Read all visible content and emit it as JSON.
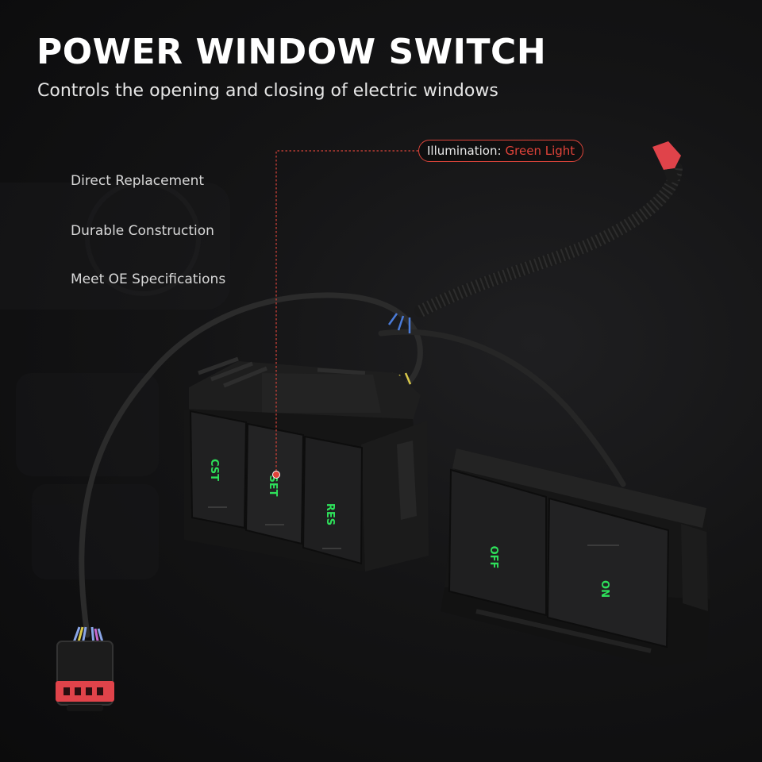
{
  "header": {
    "title": "POWER WINDOW SWITCH",
    "subtitle": "Controls the opening and closing of electric windows"
  },
  "features": [
    "Direct Replacement",
    "Durable Construction",
    "Meet OE Specifications"
  ],
  "callout": {
    "label": "Illumination:",
    "value": "Green Light"
  },
  "switches": {
    "left": [
      "CST",
      "SET",
      "RES"
    ],
    "right": [
      "OFF",
      "ON"
    ]
  },
  "colors": {
    "accent_red": "#e0433a",
    "indicator_green": "#2ee05a"
  }
}
